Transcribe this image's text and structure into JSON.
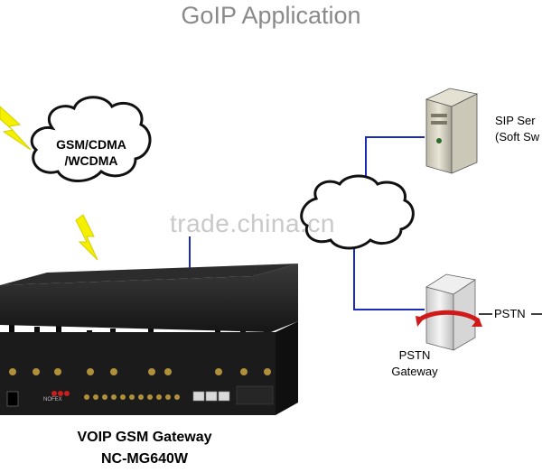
{
  "title": "GoIP Application",
  "cloud_left": {
    "line1": "GSM/CDMA",
    "line2": "/WCDMA"
  },
  "sip_server": {
    "line1": "SIP Ser",
    "line2": "(Soft Sw"
  },
  "pstn_gateway": {
    "line1": "PSTN",
    "line2": "Gateway"
  },
  "pstn_link": "PSTN",
  "device": {
    "name": "VOIP GSM Gateway",
    "model": "NC-MG640W",
    "brand": "NOFEX"
  },
  "watermark": "trade.china.cn",
  "colors": {
    "link": "#1a2bb5",
    "lightning": "#f4f000",
    "device": "#1b1b1b",
    "title": "#8a8a8a"
  }
}
